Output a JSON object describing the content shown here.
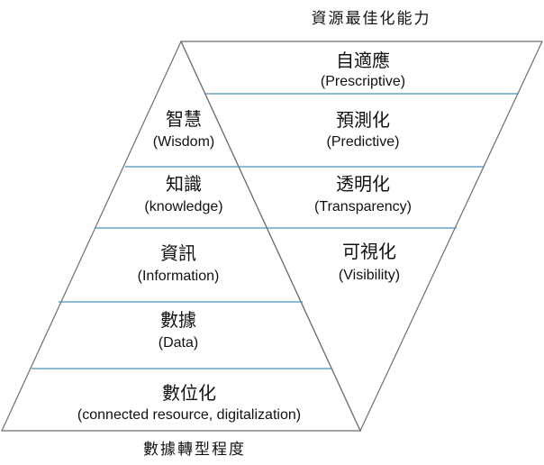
{
  "top_caption": "資源最佳化能力",
  "bottom_caption": "數據轉型程度",
  "pyramid": {
    "levels": [
      {
        "zh": "智慧",
        "en": "(Wisdom)"
      },
      {
        "zh": "知識",
        "en": "(knowledge)"
      },
      {
        "zh": "資訊",
        "en": "(Information)"
      },
      {
        "zh": "數據",
        "en": "(Data)"
      },
      {
        "zh": "數位化",
        "en": "(connected resource, digitalization)"
      }
    ]
  },
  "inverted": {
    "levels": [
      {
        "zh": "自適應",
        "en": "(Prescriptive)"
      },
      {
        "zh": "預測化",
        "en": "(Predictive)"
      },
      {
        "zh": "透明化",
        "en": "(Transparency)"
      },
      {
        "zh": "可視化",
        "en": "(Visibility)"
      }
    ]
  },
  "colors": {
    "outline": "#6f6f6f",
    "divider": "#4a90b8",
    "text": "#111111"
  }
}
